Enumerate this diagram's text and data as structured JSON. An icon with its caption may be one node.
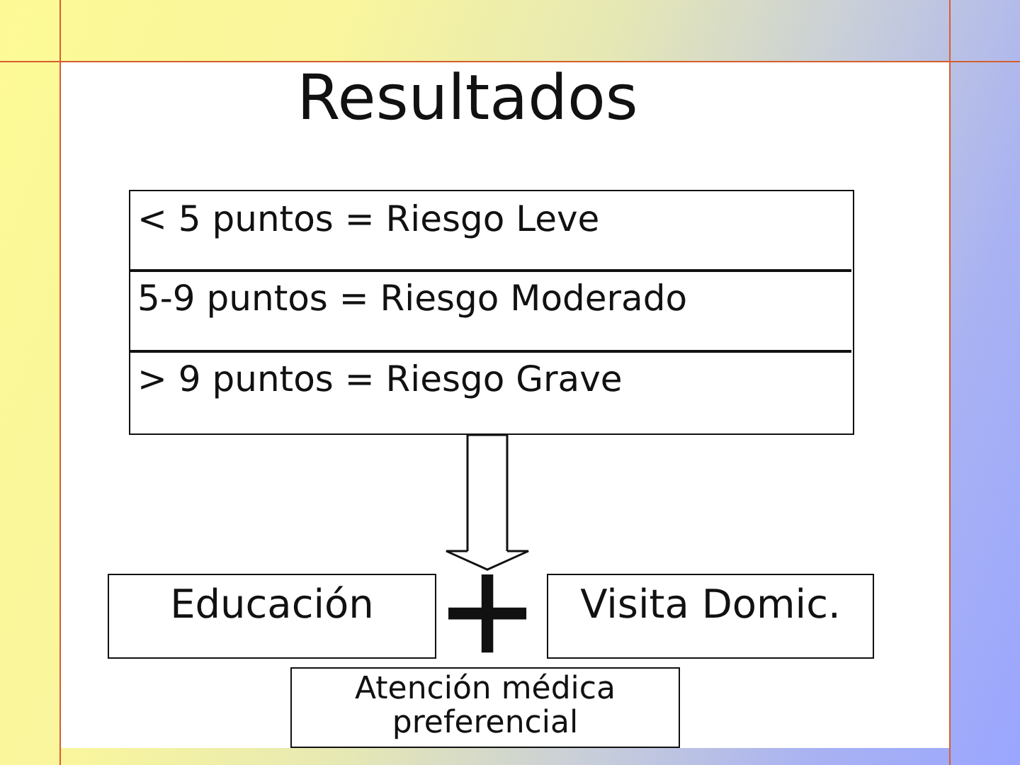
{
  "diagram": {
    "title": "Resultados",
    "nodes": [
      {
        "text": [
          "< 5 puntos = Riesgo Leve",
          "5-9 puntos = Riesgo Moderado",
          "> 9 puntos = Riesgo Grave"
        ]
      },
      {
        "text": [
          "Educación"
        ]
      },
      {
        "text": [
          "+"
        ]
      },
      {
        "text": [
          "Visita Domic."
        ]
      },
      {
        "text": [
          "Atención médica preferencial"
        ]
      }
    ],
    "edges": [
      {
        "from": 0,
        "to": 2,
        "arrow": "to"
      }
    ]
  }
}
